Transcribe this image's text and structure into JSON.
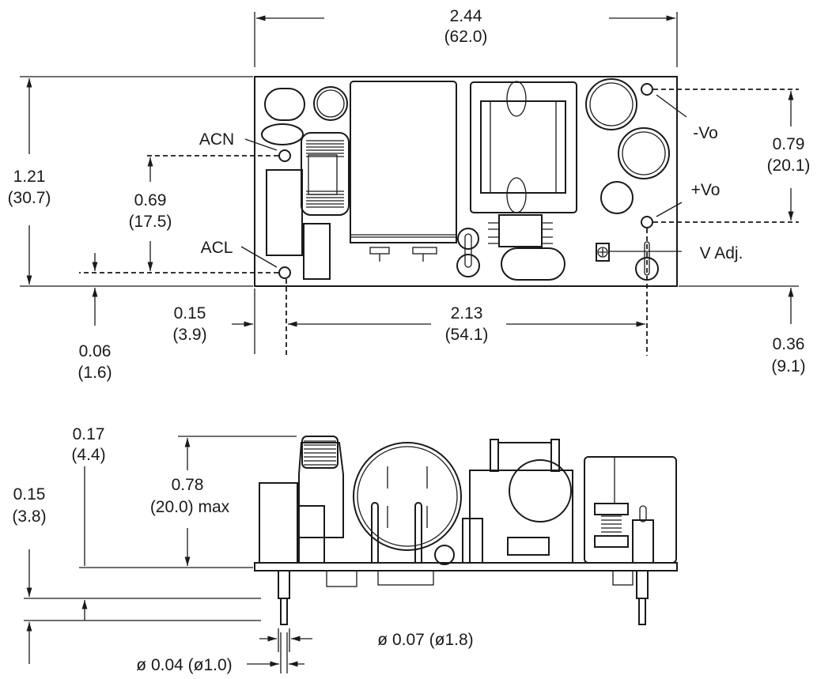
{
  "top_view": {
    "width": {
      "in": "2.44",
      "mm": "(62.0)"
    },
    "height": {
      "in": "1.21",
      "mm": "(30.7)"
    },
    "acn": {
      "label": "ACN",
      "in": "0.69",
      "mm": "(17.5)"
    },
    "acl": {
      "label": "ACL",
      "in": "0.06",
      "mm": "(1.6)"
    },
    "left_offset": {
      "in": "0.15",
      "mm": "(3.9)"
    },
    "pin_span": {
      "in": "2.13",
      "mm": "(54.1)"
    },
    "neg_vo": {
      "label": "-Vo",
      "in": "0.79",
      "mm": "(20.1)"
    },
    "pos_vo": {
      "label": "+Vo",
      "in": "0.36",
      "mm": "(9.1)"
    },
    "v_adj": {
      "label": "V Adj."
    }
  },
  "side_view": {
    "pcb_gap": {
      "in": "0.17",
      "mm": "(4.4)"
    },
    "max_height": {
      "in": "0.78",
      "mm": "(20.0) max"
    },
    "pin_length": {
      "in": "0.15",
      "mm": "(3.8)"
    },
    "pin_dia_outer": "ø 0.07 (ø1.8)",
    "pin_dia_inner": "ø 0.04 (ø1.0)"
  }
}
